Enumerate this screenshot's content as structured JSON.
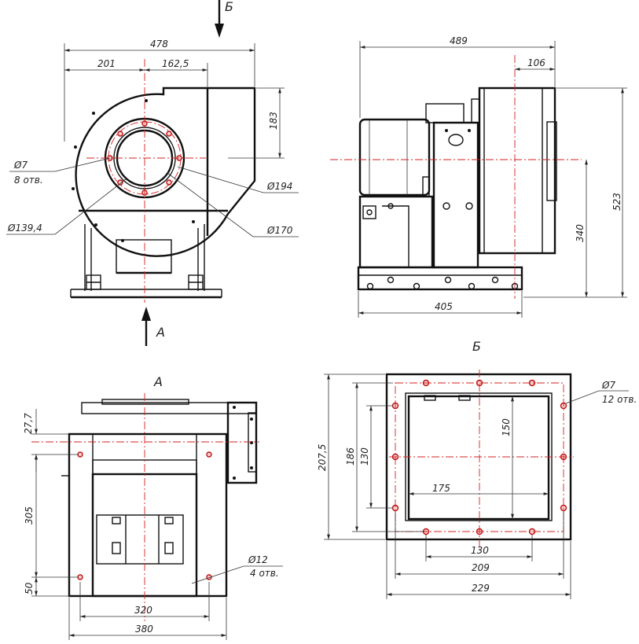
{
  "colors": {
    "line": "#111111",
    "axis": "#d62020",
    "hole": "#c01010"
  },
  "view_labels": {
    "arrow_b": "Б",
    "arrow_a": "А",
    "view_a": "А",
    "view_b": "Б"
  },
  "front_view": {
    "overall_width": "478",
    "left_offset": "201",
    "inlet_offset": "162,5",
    "outlet_height": "183",
    "hole_dia": "Ø7",
    "hole_count": "8 отв.",
    "bolt_circle": "Ø194",
    "inner_circle": "Ø170",
    "inlet_dia": "Ø139,4"
  },
  "side_view": {
    "overall_width": "489",
    "flange_width": "106",
    "overall_height": "523",
    "axis_height": "340",
    "base_width": "405"
  },
  "bottom_view": {
    "top_offset": "27,7",
    "hole_spacing_v": "305",
    "bottom_offset": "50",
    "hole_spacing_h": "320",
    "base_width": "380",
    "hole_dia": "Ø12",
    "hole_count": "4 отв."
  },
  "flange_view": {
    "hole_dia": "Ø7",
    "hole_count": "12 отв.",
    "overall_height": "207,5",
    "hole_span_v": "186",
    "hole_spacing_v": "130",
    "opening_height": "150",
    "opening_width": "175",
    "hole_spacing_h": "130",
    "hole_span_h": "209",
    "overall_width": "229"
  }
}
